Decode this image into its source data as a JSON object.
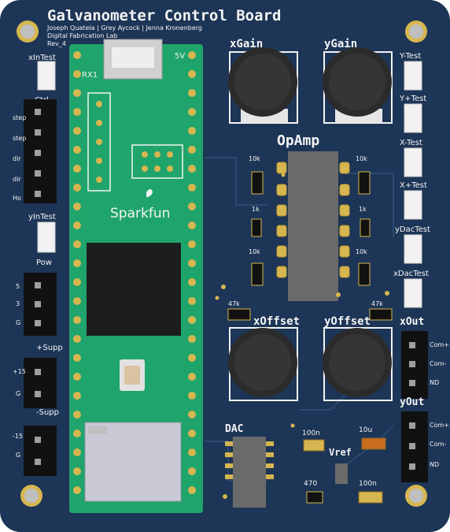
{
  "board": {
    "title": "Galvanometer Control Board",
    "authors": "Joseph Quatela | Grey Aycock | Jenna Kronenberg",
    "lab": "Digital Fabrication Lab",
    "revision": "Rev_4"
  },
  "mcu": {
    "brand": "Sparkfun",
    "pin_rx": "RX1",
    "pin_5v": "5V"
  },
  "left_headers": {
    "x_in_test": "xInTest",
    "ctrl": "Ctrl",
    "ctrl_pins": [
      "step",
      "step",
      "dir",
      "dir",
      "Ho"
    ],
    "y_in_test": "yInTest",
    "pow": "Pow",
    "pow_pins": [
      "5",
      "3",
      "G"
    ],
    "plus_supp": "+Supp",
    "plus_supp_pins": [
      "+15",
      "G"
    ],
    "minus_supp": "-Supp",
    "minus_supp_pins": [
      "-15",
      "G"
    ]
  },
  "pots": {
    "x_gain": "xGain",
    "y_gain": "yGain",
    "x_offset": "xOffset",
    "y_offset": "yOffset"
  },
  "opamp": {
    "label": "OpAmp",
    "resistors": [
      "10k",
      "10k",
      "1k",
      "1k",
      "10k",
      "10k",
      "47k",
      "47k"
    ]
  },
  "test_points": [
    "Y-Test",
    "Y+Test",
    "X-Test",
    "X+Test",
    "yDacTest",
    "xDacTest"
  ],
  "outputs": {
    "x_out": "xOut",
    "x_pins": [
      "Com+",
      "Com-",
      "ND"
    ],
    "y_out": "yOut",
    "y_pins": [
      "Com+",
      "Com-",
      "ND"
    ]
  },
  "dac": {
    "label": "DAC",
    "vref": "Vref",
    "caps": [
      "100n",
      "10u",
      "100n"
    ],
    "resistor": "470"
  },
  "colors": {
    "board": "#1d3556",
    "mcu": "#1fa46c",
    "silk": "#f4f4f4",
    "gold": "#d6b650",
    "knob": "#2b2b2b"
  }
}
